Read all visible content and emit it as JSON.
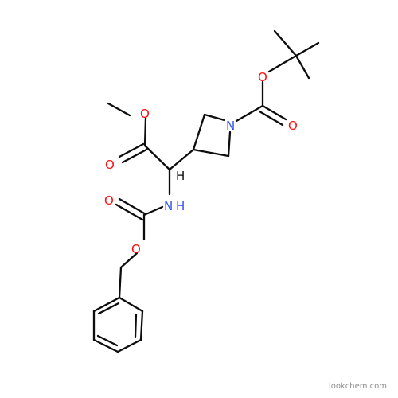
{
  "atom_labels": {
    "ester_ether_o": "O",
    "ester_carbonyl_o": "O",
    "azetidine_n": "N",
    "boc_ether_o": "O",
    "boc_carbonyl_o": "O",
    "carbamate_n": "N",
    "carbamate_h": "H",
    "alpha_h": "H",
    "carbamate_carbonyl_o": "O",
    "carbamate_ether_o": "O"
  },
  "colors": {
    "bond": "#0d0d0d",
    "oxygen": "#ff0d0d",
    "nitrogen": "#3050f8",
    "hydrogen": "#0d0d0d"
  },
  "watermark": "lookchem.com"
}
